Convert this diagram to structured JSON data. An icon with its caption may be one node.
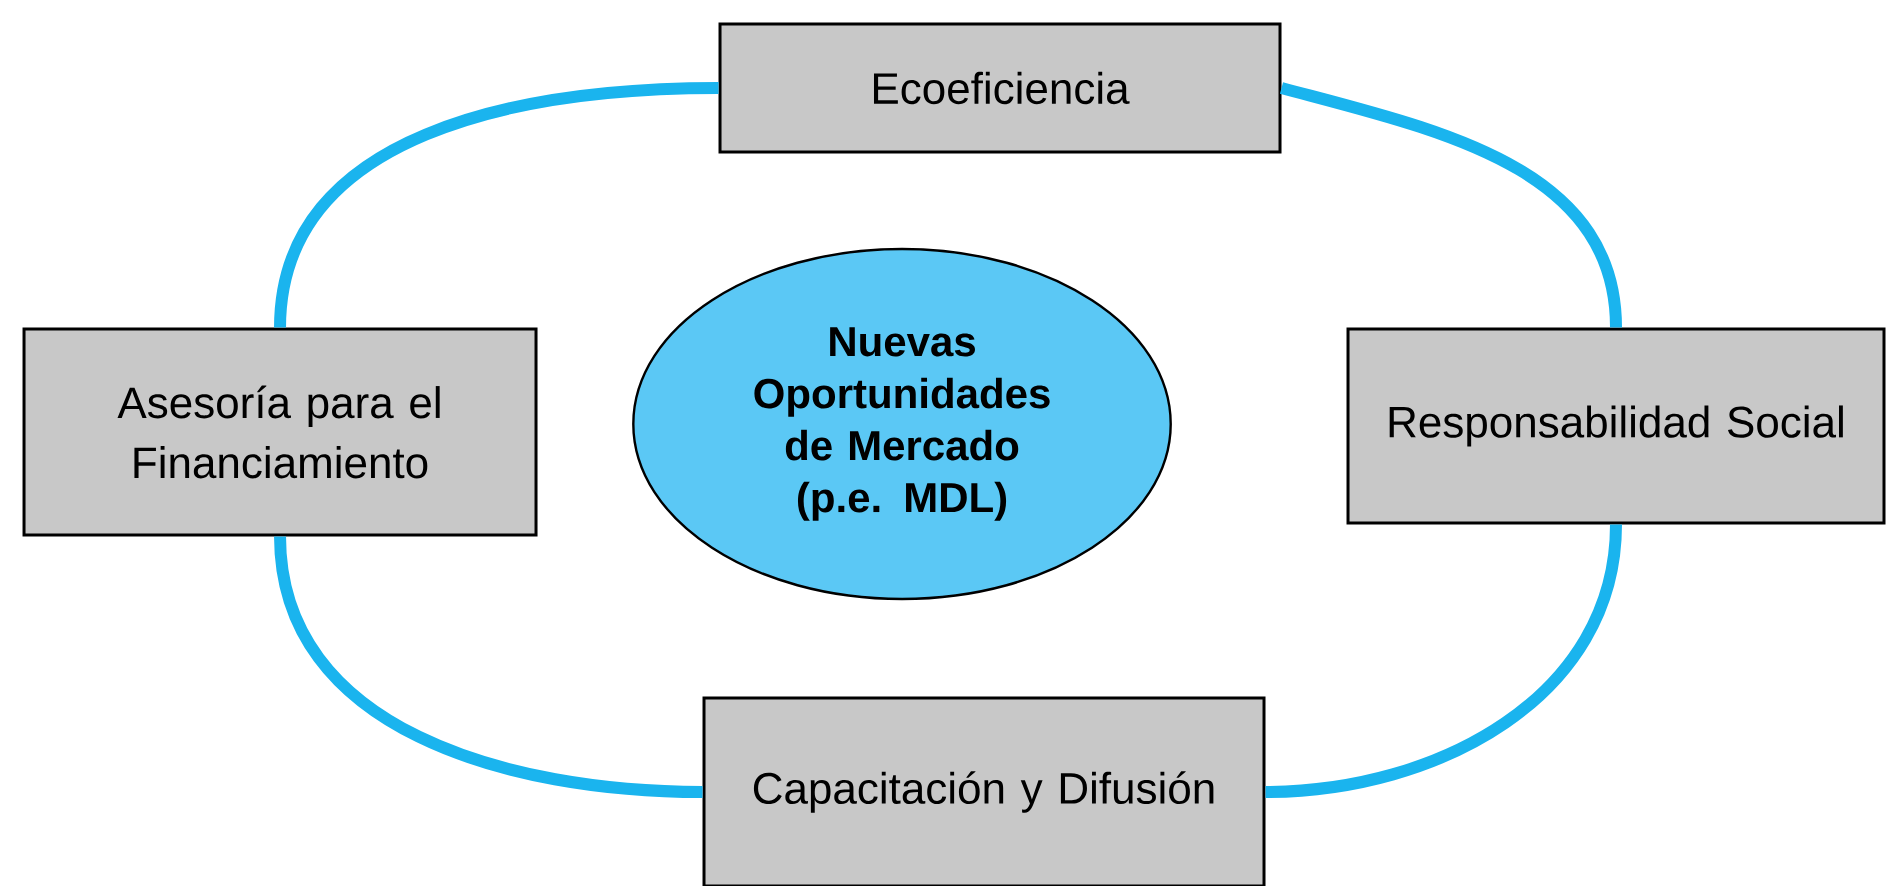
{
  "diagram": {
    "nodes": [
      {
        "text": [
          "Ecoeficiencia"
        ]
      },
      {
        "text": [
          "Asesoría para el Financiamiento"
        ]
      },
      {
        "text": [
          "Nuevas Oportunidades de Mercado (p.e. MDL)"
        ]
      },
      {
        "text": [
          "Responsabilidad Social"
        ]
      },
      {
        "text": [
          "Capacitación y Difusión"
        ]
      }
    ],
    "edges": [
      {
        "from": 0,
        "to": 3,
        "arrow": "none"
      },
      {
        "from": 3,
        "to": 4,
        "arrow": "none"
      },
      {
        "from": 4,
        "to": 1,
        "arrow": "none"
      },
      {
        "from": 1,
        "to": 0,
        "arrow": "none"
      }
    ]
  }
}
